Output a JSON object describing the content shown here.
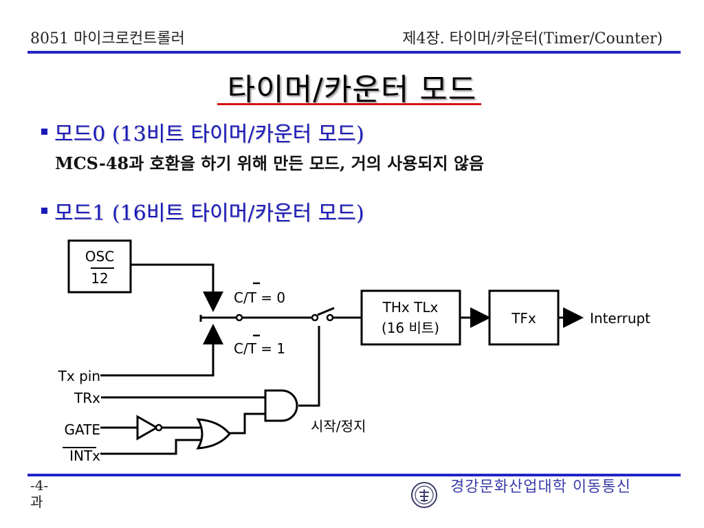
{
  "header": {
    "left": "8051 마이크로컨트롤러",
    "right": "제4장. 타이머/카운터(Timer/Counter)"
  },
  "title": "타이머/카운터 모드",
  "mode0": {
    "heading": "모드0 (13비트 타이머/카운터 모드)",
    "desc": "MCS-48과 호환을 하기 위해 만든 모드, 거의 사용되지 않음"
  },
  "mode1": {
    "heading": "모드1 (16비트 타이머/카운터 모드)"
  },
  "diagram": {
    "osc_top": "OSC",
    "osc_bottom": "12",
    "ct0_prefix": "C/",
    "ct_bar": "T",
    "ct0_suffix": " = 0",
    "ct1_prefix": "C/",
    "ct1_suffix": " = 1",
    "thx_tlx": "THx  TLx",
    "bits16": "(16 비트)",
    "tfx": "TFx",
    "interrupt": "Interrupt",
    "tx_pin": "Tx pin",
    "trx": "TRx",
    "gate": "GATE",
    "intx": "INTx",
    "start_stop": "시작/정지"
  },
  "footer": {
    "page": "-4-",
    "page_suffix": "과",
    "university": "경강문화산업대학  이동통신"
  },
  "colors": {
    "accent_blue": "#2323c8",
    "title_red": "#d81010",
    "bullet_blue": "#1a1ab8"
  }
}
